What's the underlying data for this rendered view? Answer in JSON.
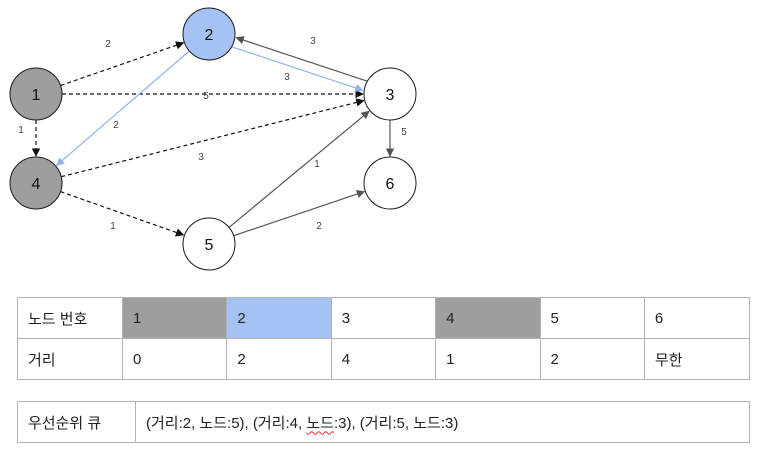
{
  "colors": {
    "visited": "#9e9e9e",
    "current": "#a4c2f4",
    "unvisited": "#ffffff",
    "edge": "#555555",
    "highlight_edge": "#8fb4ee",
    "cell_border": "#b4b4b4"
  },
  "graph": {
    "nodes": [
      {
        "id": "1",
        "label": "1",
        "state": "visited"
      },
      {
        "id": "2",
        "label": "2",
        "state": "current"
      },
      {
        "id": "3",
        "label": "3",
        "state": "unvisited"
      },
      {
        "id": "4",
        "label": "4",
        "state": "visited"
      },
      {
        "id": "5",
        "label": "5",
        "state": "unvisited"
      },
      {
        "id": "6",
        "label": "6",
        "state": "unvisited"
      }
    ],
    "edges": [
      {
        "from": "1",
        "to": "2",
        "weight": "2",
        "style": "dashed"
      },
      {
        "from": "1",
        "to": "3",
        "weight": "5",
        "style": "dashed"
      },
      {
        "from": "1",
        "to": "4",
        "weight": "1",
        "style": "dashed"
      },
      {
        "from": "2",
        "to": "3",
        "weight": "3",
        "style": "highlight"
      },
      {
        "from": "3",
        "to": "2",
        "weight": "3",
        "style": "solid"
      },
      {
        "from": "2",
        "to": "4",
        "weight": "2",
        "style": "highlight"
      },
      {
        "from": "4",
        "to": "3",
        "weight": "3",
        "style": "dashed"
      },
      {
        "from": "4",
        "to": "5",
        "weight": "1",
        "style": "dashed"
      },
      {
        "from": "5",
        "to": "3",
        "weight": "1",
        "style": "solid"
      },
      {
        "from": "3",
        "to": "6",
        "weight": "5",
        "style": "solid"
      },
      {
        "from": "5",
        "to": "6",
        "weight": "2",
        "style": "solid"
      }
    ]
  },
  "distance_table": {
    "node_header": "노드 번호",
    "distance_header": "거리",
    "nodes": [
      "1",
      "2",
      "3",
      "4",
      "5",
      "6"
    ],
    "states": [
      "visited",
      "current",
      "unvisited",
      "visited",
      "unvisited",
      "unvisited"
    ],
    "distances": [
      "0",
      "2",
      "4",
      "1",
      "2",
      "무한"
    ]
  },
  "priority_queue": {
    "label": "우선순위 큐",
    "entries": [
      {
        "text_a": "(거리:2, 노드:5), ",
        "text_b": "",
        "text_c": ""
      },
      {
        "text_a": "(거리:4, ",
        "text_b": "노드",
        "text_c": ":3), "
      },
      {
        "text_a": "(거리:5, 노드:3)",
        "text_b": "",
        "text_c": ""
      }
    ]
  }
}
